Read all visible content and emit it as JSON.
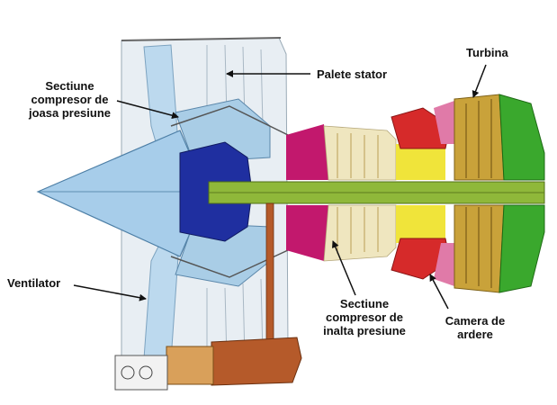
{
  "labels": {
    "stator_vanes": "Palete stator",
    "turbine": "Turbina",
    "lp_compressor": [
      "Sectiune",
      "compresor de",
      "joasa presiune"
    ],
    "fan": "Ventilator",
    "hp_compressor": [
      "Sectiune",
      "compresor de",
      "inalta presiune"
    ],
    "combustion_chamber": [
      "Camera de",
      "ardere"
    ]
  },
  "colors": {
    "fan_light_blue": "#bcd9ee",
    "spinner_blue": "#a7cdea",
    "lp_compressor_dark_blue": "#1f2fa0",
    "shaft_green": "#8fb83a",
    "hp_compressor_magenta": "#c2186d",
    "hp_compressor_cream": "#efe6bf",
    "combustor_yellow": "#f0e43a",
    "combustor_red": "#d62a2a",
    "turbine_ochre": "#c9a23a",
    "turbine_green": "#3aa82d",
    "gearbox_brown": "#b55a2a",
    "accessory_orange": "#d9a05a"
  }
}
